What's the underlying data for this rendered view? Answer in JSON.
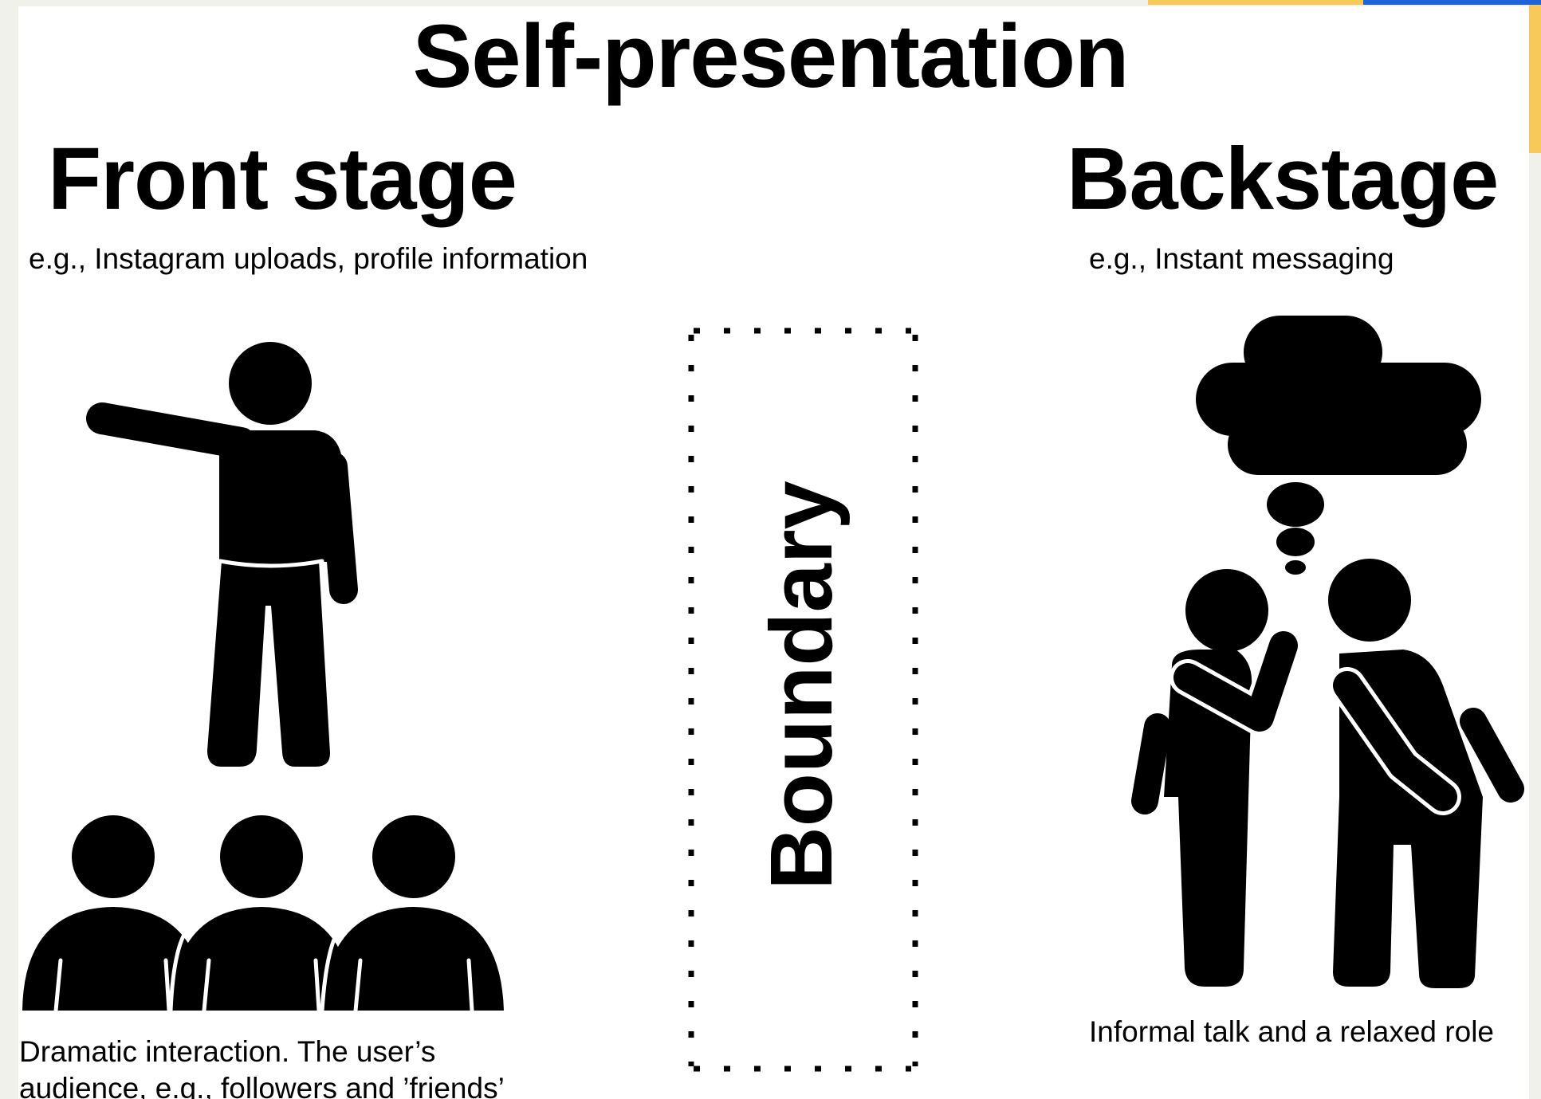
{
  "title": "Self-presentation",
  "front": {
    "heading": "Front stage",
    "example": "e.g., Instagram uploads, profile information",
    "caption_line1": "Dramatic interaction. The user’s",
    "caption_line2": "audience, e.g., followers and ’friends’"
  },
  "back": {
    "heading": "Backstage",
    "example": "e.g., Instant messaging",
    "caption": "Informal talk and a relaxed role"
  },
  "boundary": {
    "label": "Boundary"
  },
  "icons": {
    "presenter": "pointing-person-icon",
    "audience": "audience-group-icon",
    "thought": "thought-cloud-icon",
    "backstage_pair": "two-people-talking-icon"
  },
  "colors": {
    "ink": "#000000",
    "page": "#ffffff",
    "margin": "#f1f1ec",
    "accent_yellow": "#f7c85a",
    "accent_blue": "#1f63d8"
  }
}
